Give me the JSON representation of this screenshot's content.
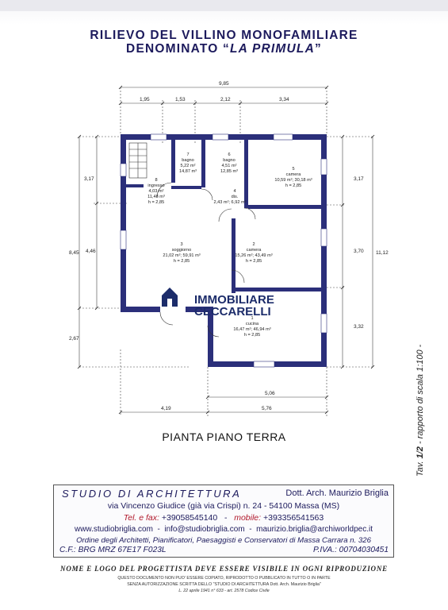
{
  "title": {
    "line1": "RILIEVO DEL  VILLINO MONOFAMILIARE",
    "line2_prefix": "DENOMINATO “",
    "line2_name": "LA PRIMULA",
    "line2_suffix": "”"
  },
  "dimensions": {
    "top_total": "9,85",
    "top_parts": [
      "1,95",
      "1,53",
      "2,12",
      "3,34"
    ],
    "left_parts": [
      "3,17",
      "4,46"
    ],
    "left_total": "8,45",
    "left_lower": "2,67",
    "right_parts": [
      "3,17",
      "3,70",
      "3,32"
    ],
    "right_total": "11,12",
    "bottom_inner": "5,06",
    "bottom_parts": [
      "4,19",
      "5,76"
    ]
  },
  "rooms": [
    {
      "num": "7",
      "name": "bagno",
      "area": "5,22 m²",
      "vol": "14,87 m³"
    },
    {
      "num": "6",
      "name": "bagno",
      "area": "4,51 m²",
      "vol": "12,85 m³"
    },
    {
      "num": "5",
      "name": "camera",
      "area": "10,59 m²; 30,18 m³",
      "h": "h = 2,85"
    },
    {
      "num": "8",
      "name": "ingresso",
      "area": "4,03 m²",
      "vol": "11,48 m³",
      "h": "h = 2,85"
    },
    {
      "num": "4",
      "name": "dis.",
      "area": "2,43 m²; 6,92 m³"
    },
    {
      "num": "3",
      "name": "soggiorno",
      "area": "21,02 m²; 59,91 m³",
      "h": "h = 2,85"
    },
    {
      "num": "2",
      "name": "camera",
      "area": "15,26 m²; 43,49 m³",
      "h": "h = 2,85"
    },
    {
      "num": "1",
      "name": "cucina",
      "area": "16,47 m²; 46,94 m³",
      "h": "h = 2,85"
    }
  ],
  "watermark": {
    "line1": "IMMOBILIARE",
    "line2": "CECCARELLI"
  },
  "plan_label": "PIANTA PIANO TERRA",
  "tavola": {
    "prefix": "Tav. ",
    "num": "1",
    "slash": "/",
    "den": "2",
    "rest": " - rapporto di scala 1:100 -"
  },
  "studio": {
    "name": "STUDIO DI ARCHITETTURA",
    "architect": "Dott. Arch. Maurizio Briglia",
    "address": "via Vincenzo Giudice  (già via Crispi)  n. 24   -  54100 Massa  (MS)",
    "tel_label": "Tel. e fax:",
    "tel": "+39058545140",
    "mobile_label": "mobile:",
    "mobile": "+393356541563",
    "web": "www.studiobriglia.com",
    "email1": "info@studiobriglia.com",
    "email2": "maurizio.briglia@archiworldpec.it",
    "order1": "Ordine degli Architetti, Pianificatori, Paesaggisti e Conservatori di Massa Carrara n. 326",
    "cf": "C.F.: BRG MRZ 67E17 F023L",
    "piva": "P.IVA.: 00704030451"
  },
  "footer": {
    "main": "NOME E LOGO DEL PROGETTISTA DEVE ESSERE VISIBILE IN OGNI RIPRODUZIONE",
    "l1": "QUESTO DOCUMENTO NON PUO' ESSERE COPIATO, RIPRODOTTO O PUBBLICATO IN TUTTO O IN PARTE",
    "l2": "SENZA AUTORIZZAZIONE SCRITTA DELLO \"STUDIO DI ARCHITETTURA Dott. Arch. Maurizio Briglia\"",
    "l3": "L. 22 aprile 1941 n° 633 - art. 2578 Codice Civile"
  },
  "colors": {
    "wall": "#2b2f7a",
    "text": "#1c1a5c",
    "accent": "#b0172a"
  }
}
